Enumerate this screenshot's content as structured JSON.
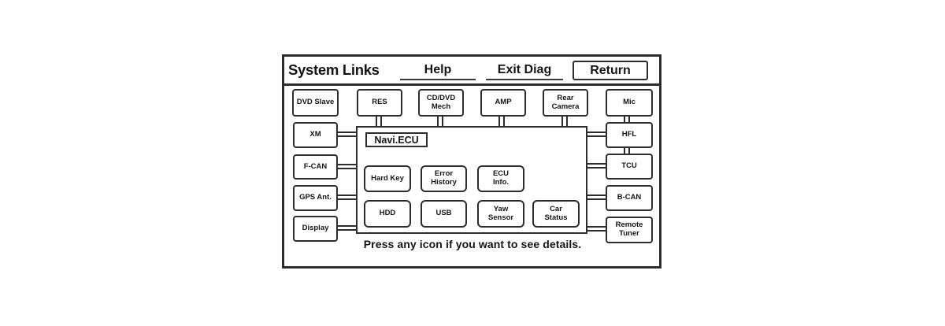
{
  "header": {
    "title": "System Links",
    "help": "Help",
    "exit_diag": "Exit Diag",
    "return_btn": "Return"
  },
  "diagram": {
    "center_label": "Navi.ECU",
    "top_nodes": [
      {
        "label": "DVD Slave"
      },
      {
        "label": "RES"
      },
      {
        "label": "CD/DVD\nMech"
      },
      {
        "label": "AMP"
      },
      {
        "label": "Rear\nCamera"
      },
      {
        "label": "Mic"
      }
    ],
    "left_nodes": [
      {
        "label": "XM"
      },
      {
        "label": "F-CAN"
      },
      {
        "label": "GPS Ant."
      },
      {
        "label": "Display"
      }
    ],
    "right_nodes": [
      {
        "label": "HFL"
      },
      {
        "label": "TCU"
      },
      {
        "label": "B-CAN"
      },
      {
        "label": "Remote\nTuner"
      }
    ],
    "inner_nodes": [
      {
        "label": "Hard Key"
      },
      {
        "label": "Error\nHistory"
      },
      {
        "label": "ECU\nInfo."
      },
      {
        "label": "HDD"
      },
      {
        "label": "USB"
      },
      {
        "label": "Yaw\nSensor"
      },
      {
        "label": "Car\nStatus"
      }
    ],
    "links": [
      {
        "from": "RES",
        "to": "Navi.ECU"
      },
      {
        "from": "CD/DVD Mech",
        "to": "Navi.ECU"
      },
      {
        "from": "AMP",
        "to": "Navi.ECU"
      },
      {
        "from": "Rear Camera",
        "to": "Navi.ECU"
      },
      {
        "from": "Mic",
        "to": "HFL"
      },
      {
        "from": "HFL",
        "to": "TCU"
      },
      {
        "from": "XM",
        "to": "Navi.ECU"
      },
      {
        "from": "F-CAN",
        "to": "Navi.ECU"
      },
      {
        "from": "GPS Ant.",
        "to": "Navi.ECU"
      },
      {
        "from": "Display",
        "to": "Navi.ECU"
      },
      {
        "from": "HFL",
        "to": "Navi.ECU"
      },
      {
        "from": "TCU",
        "to": "Navi.ECU"
      },
      {
        "from": "B-CAN",
        "to": "Navi.ECU"
      },
      {
        "from": "Remote Tuner",
        "to": "Navi.ECU"
      }
    ],
    "footer_note": "Press any icon if you want to see details."
  },
  "colors": {
    "line": "#2d2d2d",
    "text": "#151515",
    "background": "#ffffff"
  }
}
